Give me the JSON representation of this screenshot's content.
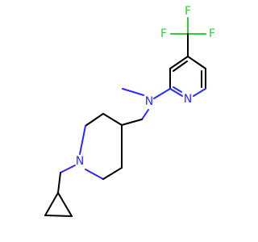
{
  "molecule": {
    "atoms": {
      "f_top": "F",
      "f_left": "F",
      "f_right": "F",
      "n_pyridine": "N",
      "n_amine": "N",
      "n_piperidine": "N"
    },
    "colors": {
      "bond": "#000000",
      "nitrogen": "#2a2aff",
      "fluorine": "#33cc33"
    }
  }
}
